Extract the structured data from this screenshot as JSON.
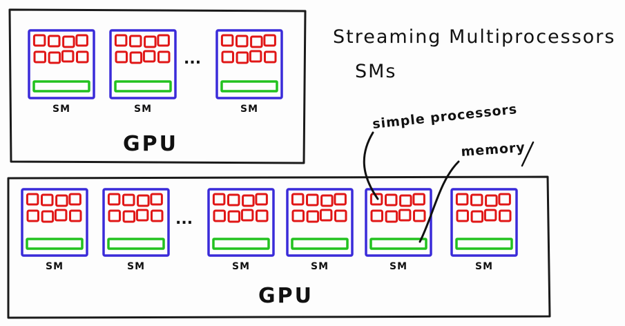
{
  "annotations": {
    "title": "Streaming Multiprocessors",
    "abbrev": "SMs",
    "simple_processors": "simple processors",
    "memory": "memory"
  },
  "gpu_top": {
    "label": "GPU",
    "sm_label": "SM",
    "sm_count": 3,
    "ellipsis": "..."
  },
  "gpu_bottom": {
    "label": "GPU",
    "sm_label": "SM",
    "sm_count": 6,
    "ellipsis": "..."
  },
  "colors": {
    "frame": "#1a1a1a",
    "sm_border": "#3a2bd9",
    "processor": "#e01616",
    "memory": "#22c21f",
    "ink": "#111111"
  }
}
